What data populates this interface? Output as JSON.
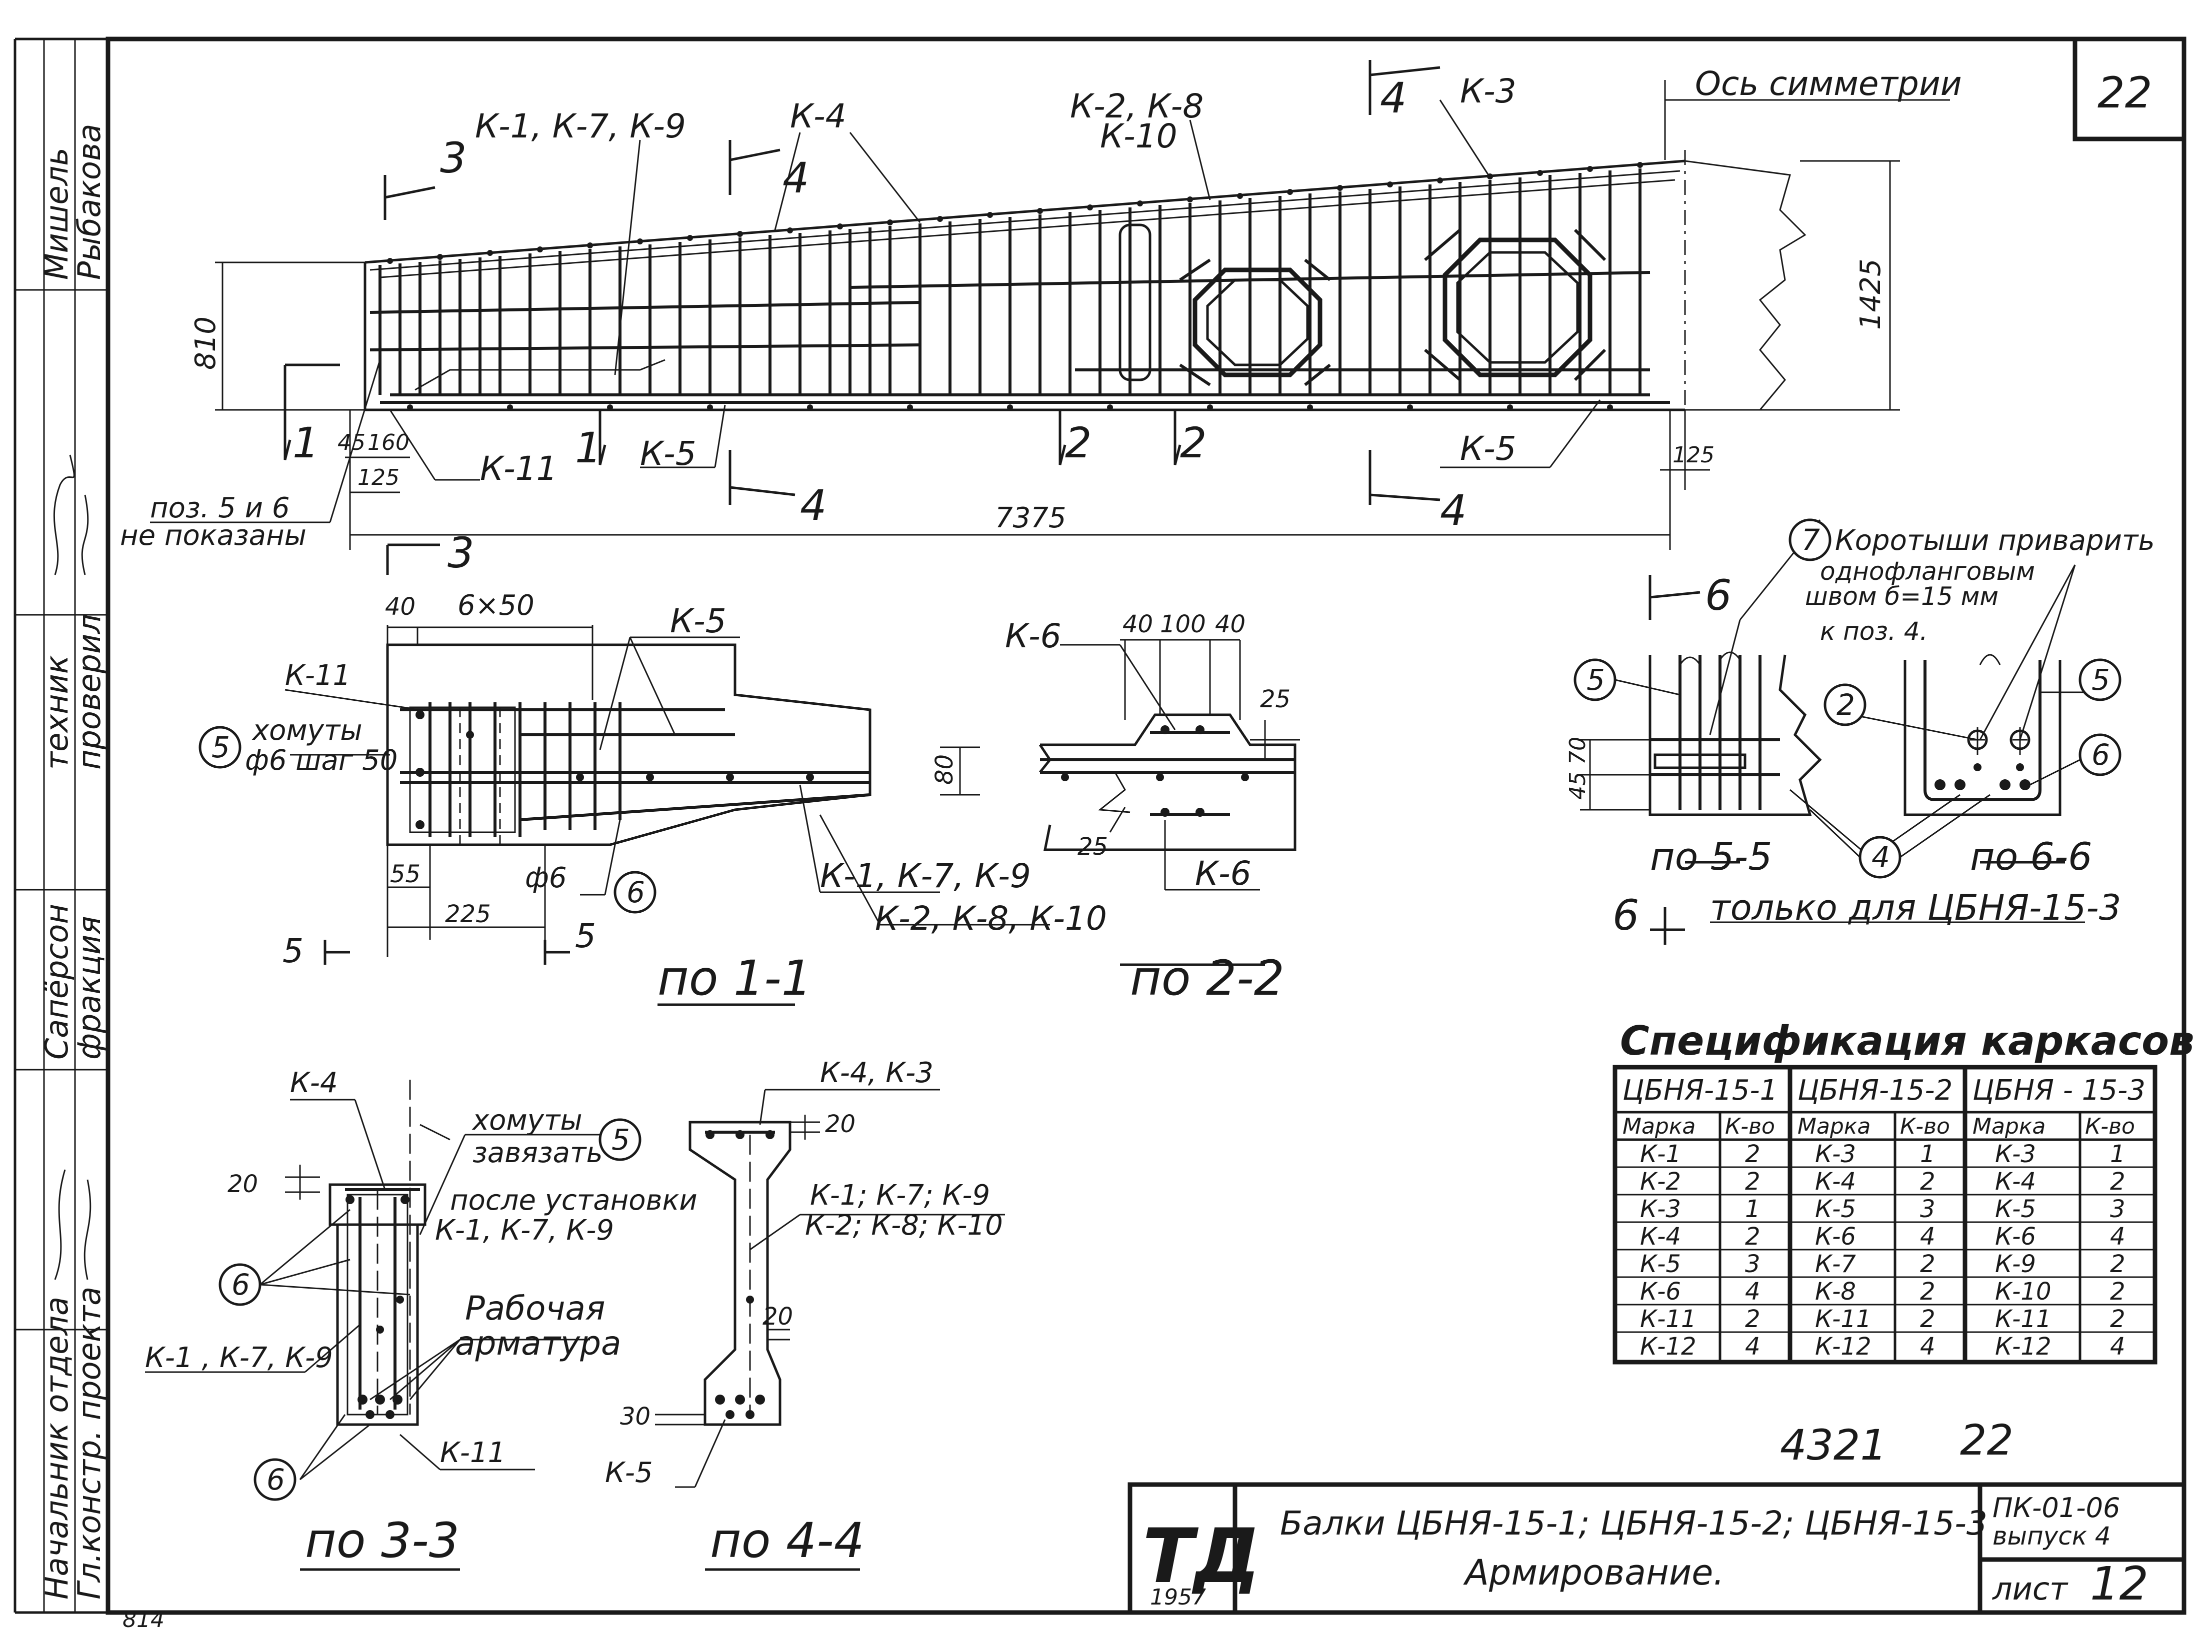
{
  "sheet": {
    "corner_number": "22",
    "bottom_note": "814",
    "stamp_number": "4321",
    "stamp_sheet": "22"
  },
  "side_strip": {
    "rows": [
      {
        "role": "",
        "name": "Мишель",
        "sign": "Рыбакова"
      },
      {
        "role": "техник",
        "name": "проверил",
        "sign": ""
      },
      {
        "role": "",
        "name": "Сапёрсон",
        "sign": "фракция"
      },
      {
        "role": "Начальник отдела",
        "name": "Гл.констр. проекта",
        "sign": ""
      }
    ]
  },
  "elevation": {
    "labels": {
      "k1_k7_k9": "К-1, К-7, К-9",
      "k4": "К-4",
      "k2_k8_k10": "К-2, К-8",
      "k10": "К-10",
      "k3": "К-3",
      "axis_sym": "Ось симметрии",
      "k11": "К-11",
      "k5_left": "К-5",
      "k5_right": "К-5",
      "pos_note_1": "поз. 5 и 6",
      "pos_note_2": "не показаны"
    },
    "dims": {
      "h_left": "810",
      "h_right": "1425",
      "length": "7375",
      "d45": "45",
      "d160": "160",
      "d125_left": "125",
      "d125_right": "125"
    },
    "section_marks": {
      "s1a": "1",
      "s1b": "1",
      "s2a": "2",
      "s2b": "2",
      "s3a": "3",
      "s3b": "3",
      "s4a": "4",
      "s4b": "4",
      "s4c": "4",
      "s4d": "4"
    }
  },
  "sec11": {
    "title": "по 1-1",
    "labels": {
      "k11": "К-11",
      "k5": "К-5",
      "hom1": "хомуты",
      "hom2": "ф6 шаг 50",
      "k1k7k9": "К-1, К-7, К-9",
      "k2k8k10": "К-2, К-8, К-10",
      "f6": "ф6"
    },
    "dims": {
      "d40": "40",
      "d6x50": "6×50",
      "d80": "80",
      "d55": "55",
      "d225": "225"
    },
    "marks": {
      "m5a": "5",
      "m5b": "5"
    },
    "circles": {
      "c5": "5",
      "c6": "6"
    }
  },
  "sec22": {
    "title": "по 2-2",
    "labels": {
      "k6_top": "К-6",
      "k6_bot": "К-6"
    },
    "dims": {
      "d40a": "40",
      "d100": "100",
      "d40b": "40",
      "d25a": "25",
      "d25b": "25"
    }
  },
  "sec55": {
    "title": "по 5-5",
    "mark": "6",
    "dims": {
      "d45": "45",
      "d70": "70"
    }
  },
  "sec66": {
    "title": "по 6-6",
    "mark_top": "6",
    "note": "только для ЦБНЯ-15-3",
    "weld_1": "Коротыши приварить",
    "weld_2": "однофланговым",
    "weld_3": "швом б=15 мм",
    "weld_4": "к поз. 4.",
    "circles": {
      "c7": "7",
      "c5a": "5",
      "c2": "2",
      "c5b": "5",
      "c6": "6",
      "c4": "4"
    }
  },
  "sec33": {
    "title": "по 3-3",
    "labels": {
      "k4": "К-4",
      "hom1": "хомуты",
      "hom2": "завязать",
      "after1": "после установки",
      "after2": "К-1, К-7, К-9",
      "work1": "Рабочая",
      "work2": "арматура",
      "k179": "К-1 , К-7, К-9",
      "k11": "К-11"
    },
    "dims": {
      "d20": "20"
    },
    "circles": {
      "c5": "5",
      "c6a": "6",
      "c6b": "6"
    }
  },
  "sec44": {
    "title": "по 4-4",
    "labels": {
      "k43": "К-4, К-3",
      "k179": "К-1; К-7; К-9",
      "k2810": "К-2; К-8; К-10",
      "k5": "К-5"
    },
    "dims": {
      "d20a": "20",
      "d20b": "20",
      "d30": "30"
    }
  },
  "spec": {
    "title": "Спецификация каркасов",
    "groups": [
      {
        "name": "ЦБНЯ-15-1",
        "head": [
          "Марка",
          "К-во"
        ],
        "rows": [
          [
            "К-1",
            "2"
          ],
          [
            "К-2",
            "2"
          ],
          [
            "К-3",
            "1"
          ],
          [
            "К-4",
            "2"
          ],
          [
            "К-5",
            "3"
          ],
          [
            "К-6",
            "4"
          ],
          [
            "К-11",
            "2"
          ],
          [
            "К-12",
            "4"
          ]
        ]
      },
      {
        "name": "ЦБНЯ-15-2",
        "head": [
          "Марка",
          "К-во"
        ],
        "rows": [
          [
            "К-3",
            "1"
          ],
          [
            "К-4",
            "2"
          ],
          [
            "К-5",
            "3"
          ],
          [
            "К-6",
            "4"
          ],
          [
            "К-7",
            "2"
          ],
          [
            "К-8",
            "2"
          ],
          [
            "К-11",
            "2"
          ],
          [
            "К-12",
            "4"
          ]
        ]
      },
      {
        "name": "ЦБНЯ - 15-3",
        "head": [
          "Марка",
          "К-во"
        ],
        "rows": [
          [
            "К-3",
            "1"
          ],
          [
            "К-4",
            "2"
          ],
          [
            "К-5",
            "3"
          ],
          [
            "К-6",
            "4"
          ],
          [
            "К-9",
            "2"
          ],
          [
            "К-10",
            "2"
          ],
          [
            "К-11",
            "2"
          ],
          [
            "К-12",
            "4"
          ]
        ]
      }
    ]
  },
  "title_block": {
    "logo": "ТД",
    "year": "1957",
    "line1": "Балки ЦБНЯ-15-1; ЦБНЯ-15-2; ЦБНЯ-15-3",
    "line2": "Армирование.",
    "code1": "ПК-01-06",
    "code2": "выпуск 4",
    "sheet_label": "лист",
    "sheet_no": "12"
  }
}
